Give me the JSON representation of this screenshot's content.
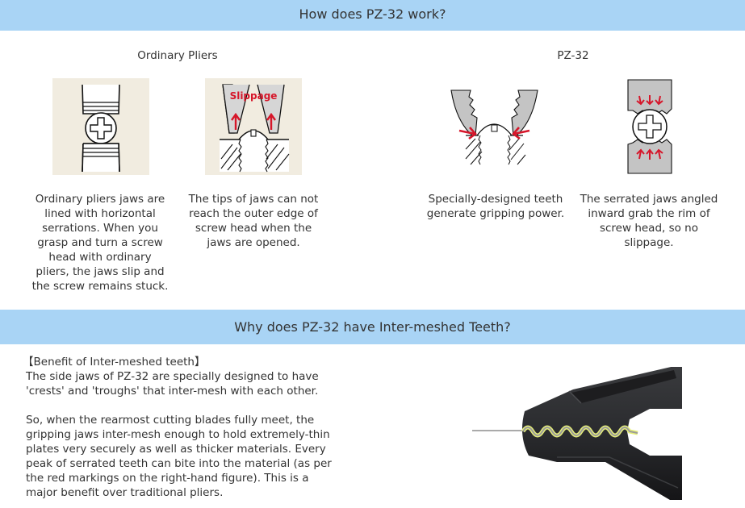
{
  "section1": {
    "title": "How does PZ-32 work?",
    "columns": [
      {
        "title": "Ordinary Pliers",
        "figures": [
          {
            "icon": "ordinary-pliers-flat-jaws-figure",
            "caption": "Ordinary pliers jaws are lined with horizontal serrations. When you grasp and turn a screw head with ordinary pliers, the jaws slip and the screw remains stuck."
          },
          {
            "icon": "ordinary-pliers-slippage-figure",
            "label": "Slippage",
            "caption": "The tips of jaws can not reach the outer edge of screw head when the jaws are opened."
          }
        ]
      },
      {
        "title": "PZ-32",
        "figures": [
          {
            "icon": "pz32-teeth-grip-figure",
            "caption": "Specially-designed teeth generate gripping power."
          },
          {
            "icon": "pz32-angled-jaws-figure",
            "caption": "The serrated jaws angled inward grab the rim of screw head, so no slippage."
          }
        ]
      }
    ]
  },
  "section2": {
    "title": "Why does PZ-32 have Inter-meshed Teeth?",
    "heading": "【Benefit of Inter-meshed teeth】",
    "para1": "The side jaws of PZ-32 are specially designed to have 'crests' and 'troughs' that inter-mesh with each other.",
    "para2": "So, when the rearmost cutting blades fully meet, the gripping jaws inter-mesh enough to hold extremely-thin plates very securely as well as thicker materials. Every peak of serrated teeth can bite into the material (as per the red markings on the right-hand figure). This is a major benefit over traditional pliers.",
    "figure_icon": "pz32-intermeshed-jaw-photo"
  },
  "colors": {
    "band": "#a9d4f5",
    "figure_bg": "#f1ece0",
    "accent_red": "#d6162a",
    "jaw_gray": "#c4c4c4"
  }
}
